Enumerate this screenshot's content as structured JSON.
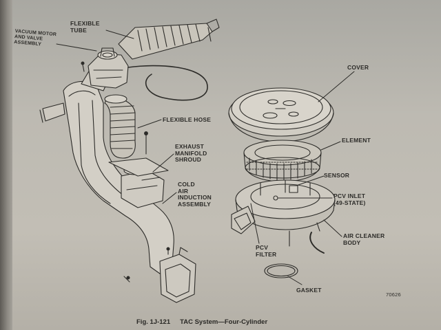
{
  "labels": {
    "vacuum_motor": "VACUUM MOTOR\nAND VALVE\nASSEMBLY",
    "flexible_tube": "FLEXIBLE\nTUBE",
    "cover": "COVER",
    "flexible_hose": "FLEXIBLE HOSE",
    "element": "ELEMENT",
    "exhaust_shroud": "EXHAUST\nMANIFOLD\nSHROUD",
    "sensor": "SENSOR",
    "cold_air": "COLD\nAIR\nINDUCTION\nASSEMBLY",
    "pcv_inlet": "PCV INLET\n(49-STATE)",
    "air_cleaner_body": "AIR CLEANER\nBODY",
    "pcv_filter": "PCV\nFILTER",
    "gasket": "GASKET"
  },
  "figure": {
    "ref_number": "70626",
    "number": "Fig. 1J-121",
    "title": "TAC System—Four-Cylinder"
  },
  "colors": {
    "ink": "#2c2b28",
    "paper": "#c2beb5"
  }
}
